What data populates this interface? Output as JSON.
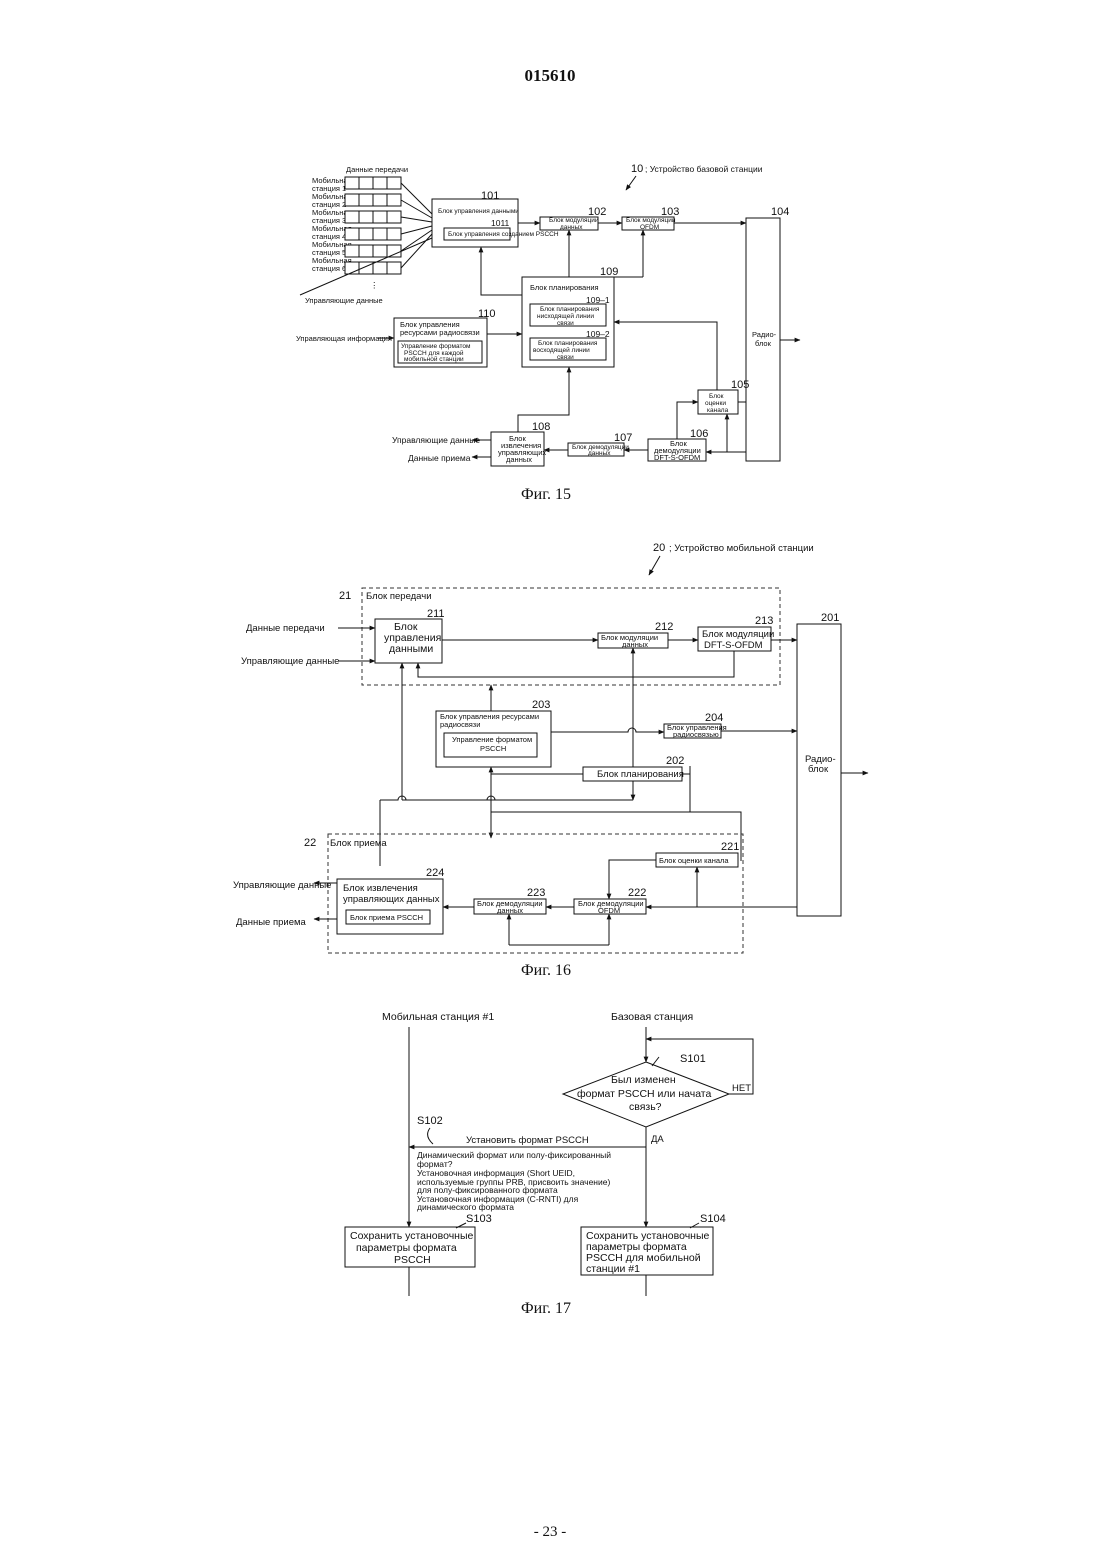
{
  "page": {
    "header": "015610",
    "page_number": "- 23 -"
  },
  "fig15": {
    "caption": "Фиг. 15",
    "device_ref": "10",
    "device_label": "; Устройство базовой станции",
    "tx_data": "Данные передачи",
    "stations": [
      "Мобильная",
      "станция 1",
      "Мобильная",
      "станция 2",
      "Мобильная",
      "станция 3",
      "Мобильная",
      "станция 4",
      "Мобильная",
      "станция 5",
      "Мобильная",
      "станция 6"
    ],
    "ellipsis": "⋮",
    "control_data": "Управляющие данные",
    "control_info": "Управляющая информация",
    "b101": "Блок управления данными",
    "b1011": "Блок управления созданием PSCCH",
    "b102": [
      "Блок модуляции",
      "данных"
    ],
    "b103": [
      "Блок модуляции",
      "OFDM"
    ],
    "b104": [
      "Радио-",
      "блок"
    ],
    "b105": [
      "Блок",
      "оценки",
      "канала"
    ],
    "b106": [
      "Блок",
      "демодуляции",
      "DFT-S-OFDM"
    ],
    "b107": [
      "Блок демодуляции",
      "данных"
    ],
    "b108": [
      "Блок",
      "извлечения",
      "управляющих",
      "данных"
    ],
    "b109": "Блок планирования",
    "b109_1": [
      "Блок планирования",
      "нисходящей линии",
      "связи"
    ],
    "b109_2": [
      "Блок планирования",
      "восходящей линии",
      "связи"
    ],
    "b110": [
      "Блок управления",
      "ресурсами радиосвязи"
    ],
    "b110_inner": [
      "Управление форматом",
      "PSCCH для каждой",
      "мобильной станции"
    ],
    "out_control": "Управляющие данные",
    "out_rx": "Данные приема",
    "refs": {
      "r101": "101",
      "r1011": "1011",
      "r102": "102",
      "r103": "103",
      "r104": "104",
      "r105": "105",
      "r106": "106",
      "r107": "107",
      "r108": "108",
      "r109": "109",
      "r109_1": "109–1",
      "r109_2": "109–2",
      "r110": "110"
    }
  },
  "fig16": {
    "caption": "Фиг. 16",
    "device_ref": "20",
    "device_label": "; Устройство мобильной станции",
    "tx_block_ref": "21",
    "tx_block": "Блок передачи",
    "rx_block_ref": "22",
    "rx_block": "Блок приема",
    "in_tx_data": "Данные передачи",
    "in_ctrl_data": "Управляющие данные",
    "b211": [
      "Блок",
      "управления",
      "данными"
    ],
    "b212": [
      "Блок модуляции",
      "данных"
    ],
    "b213": [
      "Блок модуляции",
      "DFT-S-OFDM"
    ],
    "b201": [
      "Радио-",
      "блок"
    ],
    "b203": [
      "Блок управления ресурсами",
      "радиосвязи"
    ],
    "b203_inner": [
      "Управление форматом",
      "PSCCH"
    ],
    "b204": [
      "Блок управления",
      "радиосвязью"
    ],
    "b202": "Блок планирования",
    "b221": "Блок оценки канала",
    "b222": [
      "Блок демодуляции",
      "OFDM"
    ],
    "b223": [
      "Блок демодуляции",
      "данных"
    ],
    "b224": [
      "Блок извлечения",
      "управляющих данных"
    ],
    "b224_inner": "Блок приема PSCCH",
    "out_ctrl": "Управляющие данные",
    "out_rx": "Данные приема",
    "refs": {
      "r201": "201",
      "r202": "202",
      "r203": "203",
      "r204": "204",
      "r211": "211",
      "r212": "212",
      "r213": "213",
      "r221": "221",
      "r222": "222",
      "r223": "223",
      "r224": "224"
    }
  },
  "fig17": {
    "caption": "Фиг. 17",
    "mobile": "Мобильная станция #1",
    "base": "Базовая станция",
    "s101": "S101",
    "decision": [
      "Был изменен",
      "формат PSCCH или начата",
      "связь?"
    ],
    "no": "НЕТ",
    "yes": "ДА",
    "s102": "S102",
    "set_format": "Установить формат PSCCH",
    "msg": [
      "Динамический формат или полу-фиксированный",
      "формат?",
      "Установочная информация (Short UEID,",
      "используемые группы PRB, присвоить значение)",
      "для полу-фиксированного формата",
      "Установочная информация (C-RNTI) для",
      "динамического формата"
    ],
    "s103": "S103",
    "s103_box": [
      "Сохранить установочные",
      "параметры формата",
      "PSCCH"
    ],
    "s104": "S104",
    "s104_box": [
      "Сохранить установочные",
      "параметры формата",
      "PSCCH для мобильной",
      "станции #1"
    ]
  }
}
